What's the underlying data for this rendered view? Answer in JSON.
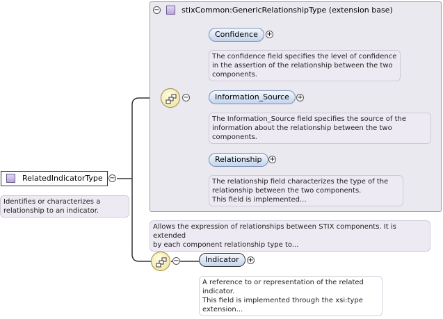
{
  "root": {
    "label": "RelatedIndicatorType",
    "description": "Identifies or characterizes a\nrelationship to an indicator."
  },
  "extension": {
    "title": "stixCommon:GenericRelationshipType (extension base)",
    "description": "Allows the expression of relationships between STIX components. It is extended\nby each component relationship type to..."
  },
  "elements": [
    {
      "label": "Confidence",
      "description": "The confidence field specifies the level of confidence\nin the assertion of the relationship between the two\ncomponents."
    },
    {
      "label": "Information_Source",
      "description": "The Information_Source field specifies the source of the\ninformation about the relationship between the two\ncomponents."
    },
    {
      "label": "Relationship",
      "description": "The relationship field characterizes the type of the\nrelationship between the two components.\nThis field is implemented..."
    }
  ],
  "indicator": {
    "label": "Indicator",
    "description": "A reference to or representation of the related\nindicator.\nThis field is implemented through the xsi:type\nextension..."
  },
  "symbols": {
    "collapse": "−",
    "expand": "+"
  },
  "colors": {
    "type_icon": "#c8b6e6",
    "element_pill": "#c3d4ee",
    "note_bg": "#eeeaf3",
    "extension_bg": "#e9e9ef",
    "compositor": "#efe09a"
  }
}
